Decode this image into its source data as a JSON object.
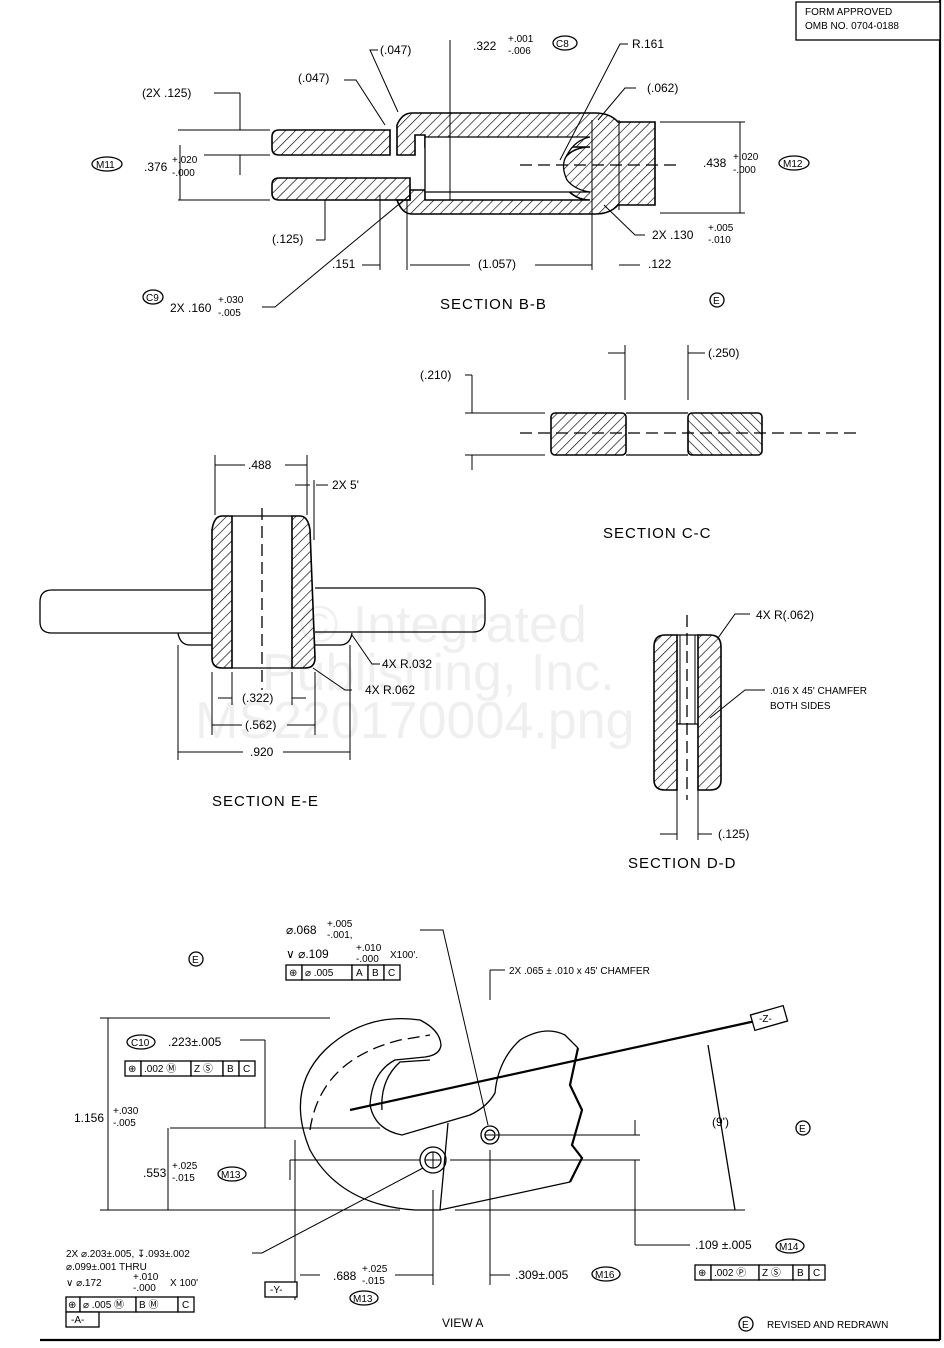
{
  "title_block": {
    "line1": "FORM APPROVED",
    "line2": "OMB NO. 0704-0188"
  },
  "section_bb": {
    "title": "SECTION B-B",
    "rev_mark": "E",
    "dims": {
      "d047_a": "(.047)",
      "d047_b": "(.047)",
      "d125_2x": "(2X .125)",
      "d322_base": ".322",
      "d322_plus": "+.001",
      "d322_minus": "-.006",
      "d322_note": "C8",
      "r161": "R.161",
      "d062": "(.062)",
      "m11": "M11",
      "d376_base": ".376",
      "d376_plus": "+.020",
      "d376_minus": "-.000",
      "d438_base": ".438",
      "d438_plus": "+.020",
      "d438_minus": "-.000",
      "m12": "M12",
      "d125": "(.125)",
      "d130_prefix": "2X .130",
      "d130_plus": "+.005",
      "d130_minus": "-.010",
      "d151": ".151",
      "d1057": "(1.057)",
      "d122": ".122",
      "c9": "C9",
      "d160_prefix": "2X .160",
      "d160_plus": "+.030",
      "d160_minus": "-.005"
    }
  },
  "section_cc": {
    "title": "SECTION C-C",
    "d210": "(.210)",
    "d250": "(.250)"
  },
  "section_ee": {
    "title": "SECTION E-E",
    "d488": ".488",
    "angle": "2X 5'",
    "r032": "4X R.032",
    "r062": "4X R.062",
    "d322": "(.322)",
    "d562": "(.562)",
    "d920": ".920"
  },
  "section_dd": {
    "title": "SECTION D-D",
    "r062": "4X R(.062)",
    "chamfer_1": ".016 X 45' CHAMFER",
    "chamfer_2": "BOTH SIDES",
    "d125": "(.125)"
  },
  "view_a": {
    "title": "VIEW A",
    "rev_mark_left": "E",
    "rev_mark_right": "E",
    "hole_dia_base": "⌀.068",
    "hole_dia_plus": "+.005",
    "hole_dia_minus": "-.001,",
    "csk_base": "∨ ⌀.109",
    "csk_plus": "+.010",
    "csk_minus": "-.000",
    "csk_angle": "X100'.",
    "fcf_top": [
      "⊕",
      "⌀ .005",
      "A",
      "B",
      "C"
    ],
    "chamfer_note": "2X .065 ± .010 x 45' CHAMFER",
    "datum_z": "-Z-",
    "c10": "C10",
    "d223": ".223±.005",
    "fcf_c10": [
      "⊕",
      ".002 Ⓜ",
      "Z Ⓢ",
      "B",
      "C"
    ],
    "d1156_base": "1.156",
    "d1156_plus": "+.030",
    "d1156_minus": "-.005",
    "d553_base": ".553",
    "d553_plus": "+.025",
    "d553_minus": "-.015",
    "m13_a": "M13",
    "angle9": "(9')",
    "hole2_line1": "2X ⌀.203±.005, ↧.093±.002",
    "hole2_line2": "⌀.099±.001 THRU",
    "hole2_csk_base": "∨ ⌀.172",
    "hole2_csk_plus": "+.010",
    "hole2_csk_minus": "-.000",
    "hole2_csk_angle": "X 100'",
    "fcf_a": [
      "⊕",
      "⌀ .005 Ⓜ",
      "B Ⓜ",
      "C"
    ],
    "datum_a": "-A-",
    "datum_y": "-Y-",
    "d688_base": ".688",
    "d688_plus": "+.025",
    "d688_minus": "-.015",
    "m13_b": "M13",
    "d309": ".309±.005",
    "m16": "M16",
    "d109": ".109 ±.005",
    "m14": "M14",
    "fcf_m14": [
      "⊕",
      ".002 Ⓟ",
      "Z Ⓢ",
      "B",
      "C"
    ]
  },
  "revision_note": {
    "mark": "E",
    "text": "REVISED AND REDRAWN"
  },
  "watermark": {
    "line1": "© Integrated",
    "line2": "Publishing, Inc.",
    "line3": "MS220170004.png"
  }
}
